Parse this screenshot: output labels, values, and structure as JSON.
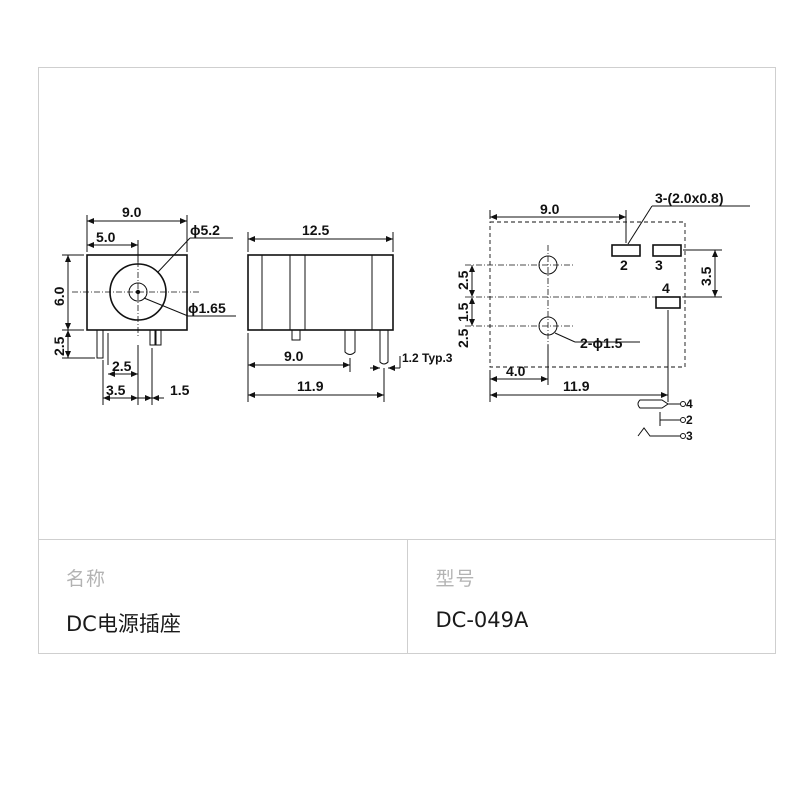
{
  "drawing": {
    "front": {
      "width": "9.0",
      "offset": "5.0",
      "outer_dia": "ϕ5.2",
      "height": "6.0",
      "pin_dia": "ϕ1.65",
      "pin_len": "2.5",
      "pin_gap": "2.5",
      "pin_base": "3.5",
      "pin_side": "1.5"
    },
    "side": {
      "length": "12.5",
      "pin_pos": "9.0",
      "total": "11.9",
      "pin_width": "1.2 Typ.3"
    },
    "bottom": {
      "hole_span": "9.0",
      "slot_spec": "3-(2.0x0.8)",
      "hole_v1": "2.5",
      "hole_v2": "1.5",
      "hole_v3": "2.5",
      "slot_gap": "3.5",
      "hole_spec": "2-ϕ1.5",
      "edge": "4.0",
      "total": "11.9",
      "pins": [
        "2",
        "3",
        "4"
      ],
      "schematic_pins": [
        "4",
        "2",
        "3"
      ]
    }
  },
  "info": {
    "name_label": "名称",
    "name_value": "DC电源插座",
    "model_label": "型号",
    "model_value": "DC-049A"
  }
}
